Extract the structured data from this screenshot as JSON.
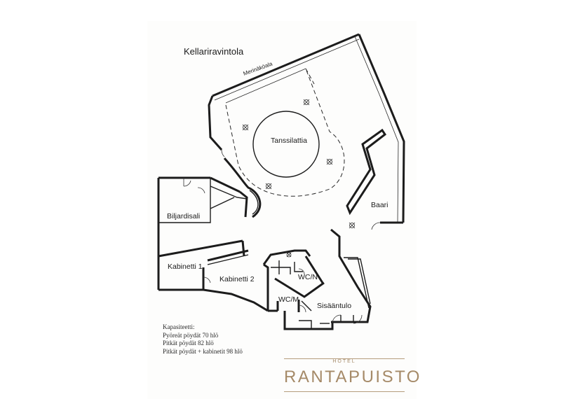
{
  "plan": {
    "title": "Kellariravintola",
    "rooms": {
      "view": "Merinäköala",
      "dance_floor": "Tanssilattia",
      "bar": "Baari",
      "billiards": "Biljardisali",
      "cabinet1": "Kabinetti 1",
      "cabinet2": "Kabinetti 2",
      "wc_women": "WC/N",
      "wc_men": "WC/M",
      "entrance": "Sisääntulo"
    }
  },
  "capacity": {
    "heading": "Kapasiteetti:",
    "lines": [
      "Pyöreät pöydät 70 hlö",
      "Pitkät pöydät 82 hlö",
      "Pitkät pöydät + kabinetit 98 hlö"
    ]
  },
  "logo": {
    "small": "HOTEL",
    "name": "RANTAPUISTO"
  },
  "colors": {
    "walls": "#1c1c1c",
    "logo": "#a58a68"
  }
}
